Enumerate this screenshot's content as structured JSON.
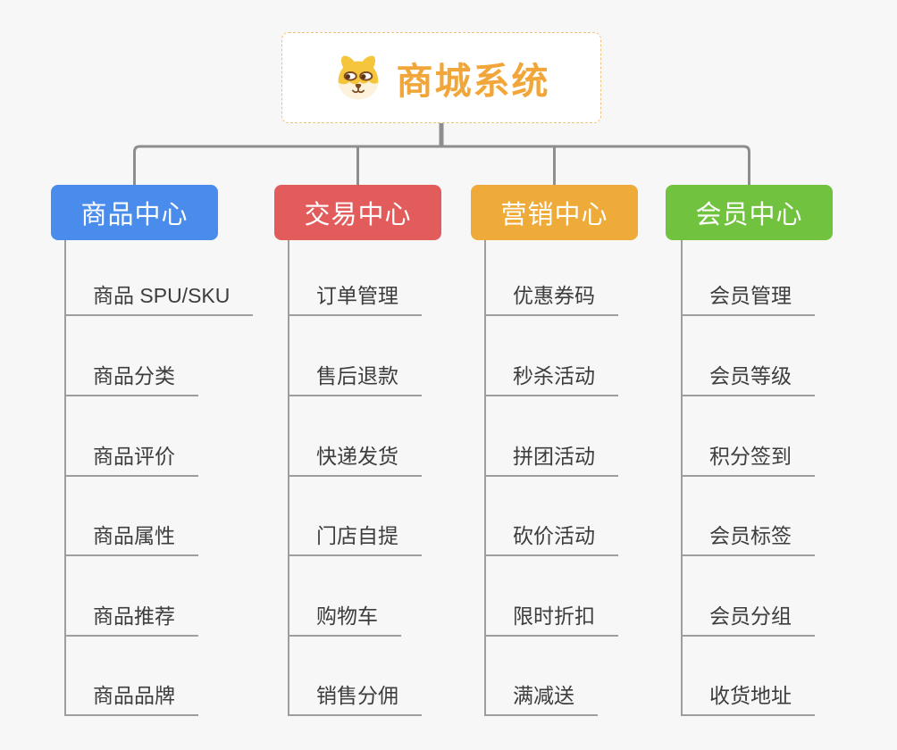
{
  "page": {
    "background": "#f7f7f7"
  },
  "root": {
    "title": "商城系统",
    "icon": "dog-icon",
    "accent_color": "#f1a63a",
    "border_color": "#eec27c"
  },
  "connectors": {
    "tree_color": "#8e8e8e",
    "leaf_line_color": "#9e9e9e"
  },
  "branches": [
    {
      "id": "product-center",
      "label": "商品中心",
      "color": "#4a8cec",
      "children": [
        "商品 SPU/SKU",
        "商品分类",
        "商品评价",
        "商品属性",
        "商品推荐",
        "商品品牌"
      ]
    },
    {
      "id": "trade-center",
      "label": "交易中心",
      "color": "#e35c5c",
      "children": [
        "订单管理",
        "售后退款",
        "快递发货",
        "门店自提",
        "购物车",
        "销售分佣"
      ]
    },
    {
      "id": "marketing-center",
      "label": "营销中心",
      "color": "#eeab3a",
      "children": [
        "优惠券码",
        "秒杀活动",
        "拼团活动",
        "砍价活动",
        "限时折扣",
        "满减送"
      ]
    },
    {
      "id": "member-center",
      "label": "会员中心",
      "color": "#71c23f",
      "children": [
        "会员管理",
        "会员等级",
        "积分签到",
        "会员标签",
        "会员分组",
        "收货地址"
      ]
    }
  ]
}
